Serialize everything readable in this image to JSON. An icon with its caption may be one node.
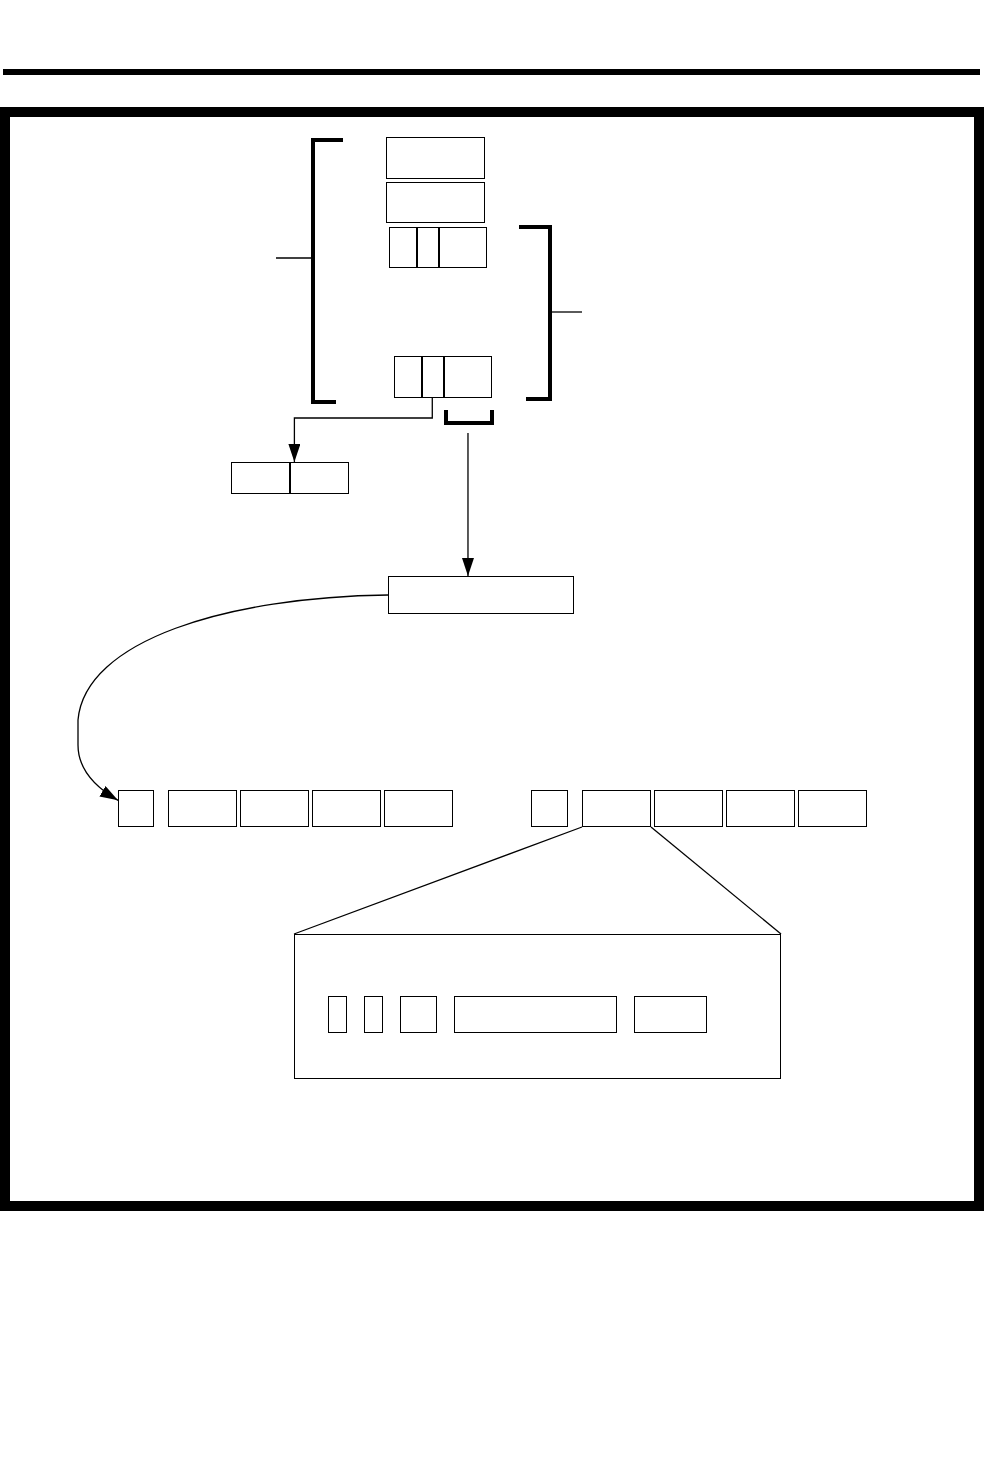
{
  "diagram": {
    "nodes": [
      {
        "text": [],
        "shape": "box"
      },
      {
        "text": [],
        "shape": "box"
      },
      {
        "text": [],
        "shape": "box"
      },
      {
        "text": [],
        "shape": "box"
      },
      {
        "text": [],
        "shape": "box"
      },
      {
        "text": [],
        "shape": "box"
      },
      {
        "text": [],
        "shape": "box"
      },
      {
        "text": [],
        "shape": "box"
      },
      {
        "text": [],
        "shape": "box"
      },
      {
        "text": [],
        "shape": "box"
      },
      {
        "text": [],
        "shape": "box"
      },
      {
        "text": [],
        "shape": "box"
      },
      {
        "text": [],
        "shape": "box"
      },
      {
        "text": [],
        "shape": "box"
      },
      {
        "text": [],
        "shape": "box"
      },
      {
        "text": [],
        "shape": "box"
      },
      {
        "text": [],
        "shape": "box"
      },
      {
        "text": [],
        "shape": "box"
      },
      {
        "text": [],
        "shape": "box"
      },
      {
        "text": [],
        "shape": "box"
      },
      {
        "text": [],
        "shape": "box"
      },
      {
        "text": [],
        "shape": "box"
      },
      {
        "text": [],
        "shape": "box",
        "in": 21
      },
      {
        "text": [],
        "shape": "box",
        "in": 21
      },
      {
        "text": [],
        "shape": "box",
        "in": 21
      },
      {
        "text": [],
        "shape": "box",
        "in": 21
      },
      {
        "text": [],
        "shape": "box",
        "in": 21
      }
    ],
    "edges": [
      {
        "from": 6,
        "to": 9,
        "arrow": "to"
      },
      {
        "from": null,
        "to": 10,
        "arrow": "to"
      },
      {
        "from": 10,
        "to": 11,
        "arrow": "to"
      },
      {
        "from": 17,
        "to": 21,
        "arrow": "none"
      },
      {
        "from": 17,
        "to": 21,
        "arrow": "none"
      }
    ]
  }
}
